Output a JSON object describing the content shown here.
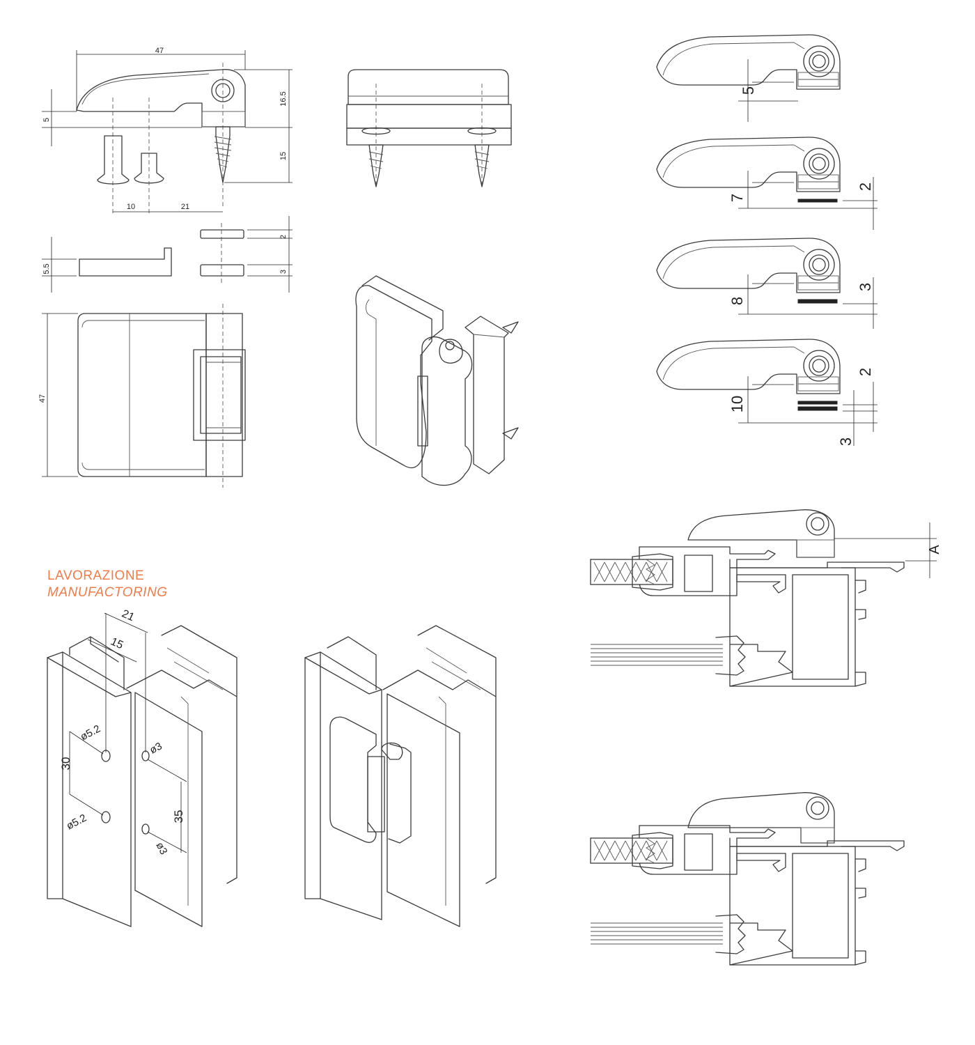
{
  "heading": {
    "line1": "LAVORAZIONE",
    "line2": "MANUFACTORING"
  },
  "side_view": {
    "dim_width": "47",
    "dim_lever": "5",
    "dim_height": "16.5",
    "dim_screw": "15",
    "dim_hole_gap": "10",
    "dim_hole_offset": "21"
  },
  "shims": {
    "thin": "2",
    "thick": "3",
    "plate": "5.5"
  },
  "front_view": {
    "dim_height": "47"
  },
  "variants": [
    {
      "lever": "5"
    },
    {
      "lever": "7",
      "shim": "2"
    },
    {
      "lever": "8",
      "shim": "3"
    },
    {
      "lever": "10",
      "shim_a": "2",
      "shim_b": "3"
    }
  ],
  "section": {
    "label_a": "A"
  },
  "machining": {
    "dim_21": "21",
    "dim_15": "15",
    "hole_large_1": "ø5.2",
    "hole_large_2": "ø5.2",
    "hole_small_1": "ø3",
    "hole_small_2": "ø3",
    "dim_30": "30",
    "dim_35": "35"
  }
}
